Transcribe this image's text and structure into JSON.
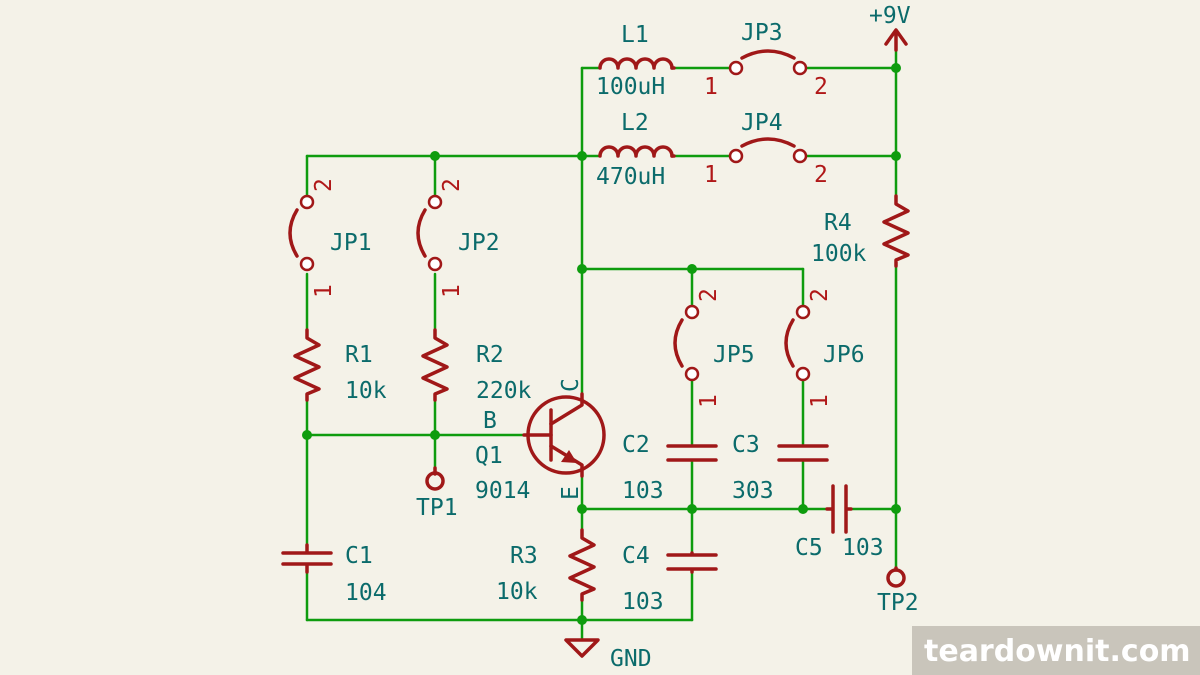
{
  "colors": {
    "background": "#f4f2e8",
    "wire": "#0e9c0e",
    "component": "#a01818",
    "label": "#0b6b6b",
    "watermark_bg": "#c9c5bb"
  },
  "power": {
    "vcc": "+9V",
    "gnd": "GND"
  },
  "components": {
    "L1": {
      "ref": "L1",
      "value": "100uH"
    },
    "L2": {
      "ref": "L2",
      "value": "470uH"
    },
    "JP1": {
      "ref": "JP1",
      "pin1": "1",
      "pin2": "2"
    },
    "JP2": {
      "ref": "JP2",
      "pin1": "1",
      "pin2": "2"
    },
    "JP3": {
      "ref": "JP3",
      "pin1": "1",
      "pin2": "2"
    },
    "JP4": {
      "ref": "JP4",
      "pin1": "1",
      "pin2": "2"
    },
    "JP5": {
      "ref": "JP5",
      "pin1": "1",
      "pin2": "2"
    },
    "JP6": {
      "ref": "JP6",
      "pin1": "1",
      "pin2": "2"
    },
    "R1": {
      "ref": "R1",
      "value": "10k"
    },
    "R2": {
      "ref": "R2",
      "value": "220k"
    },
    "R3": {
      "ref": "R3",
      "value": "10k"
    },
    "R4": {
      "ref": "R4",
      "value": "100k"
    },
    "Q1": {
      "ref": "Q1",
      "value": "9014",
      "pin_b": "B",
      "pin_c": "C",
      "pin_e": "E"
    },
    "C1": {
      "ref": "C1",
      "value": "104"
    },
    "C2": {
      "ref": "C2",
      "value": "103"
    },
    "C3": {
      "ref": "C3",
      "value": "303"
    },
    "C4": {
      "ref": "C4",
      "value": "103"
    },
    "C5": {
      "ref": "C5",
      "value": "103"
    },
    "TP1": {
      "ref": "TP1"
    },
    "TP2": {
      "ref": "TP2"
    }
  },
  "watermark": "teardownit.com"
}
